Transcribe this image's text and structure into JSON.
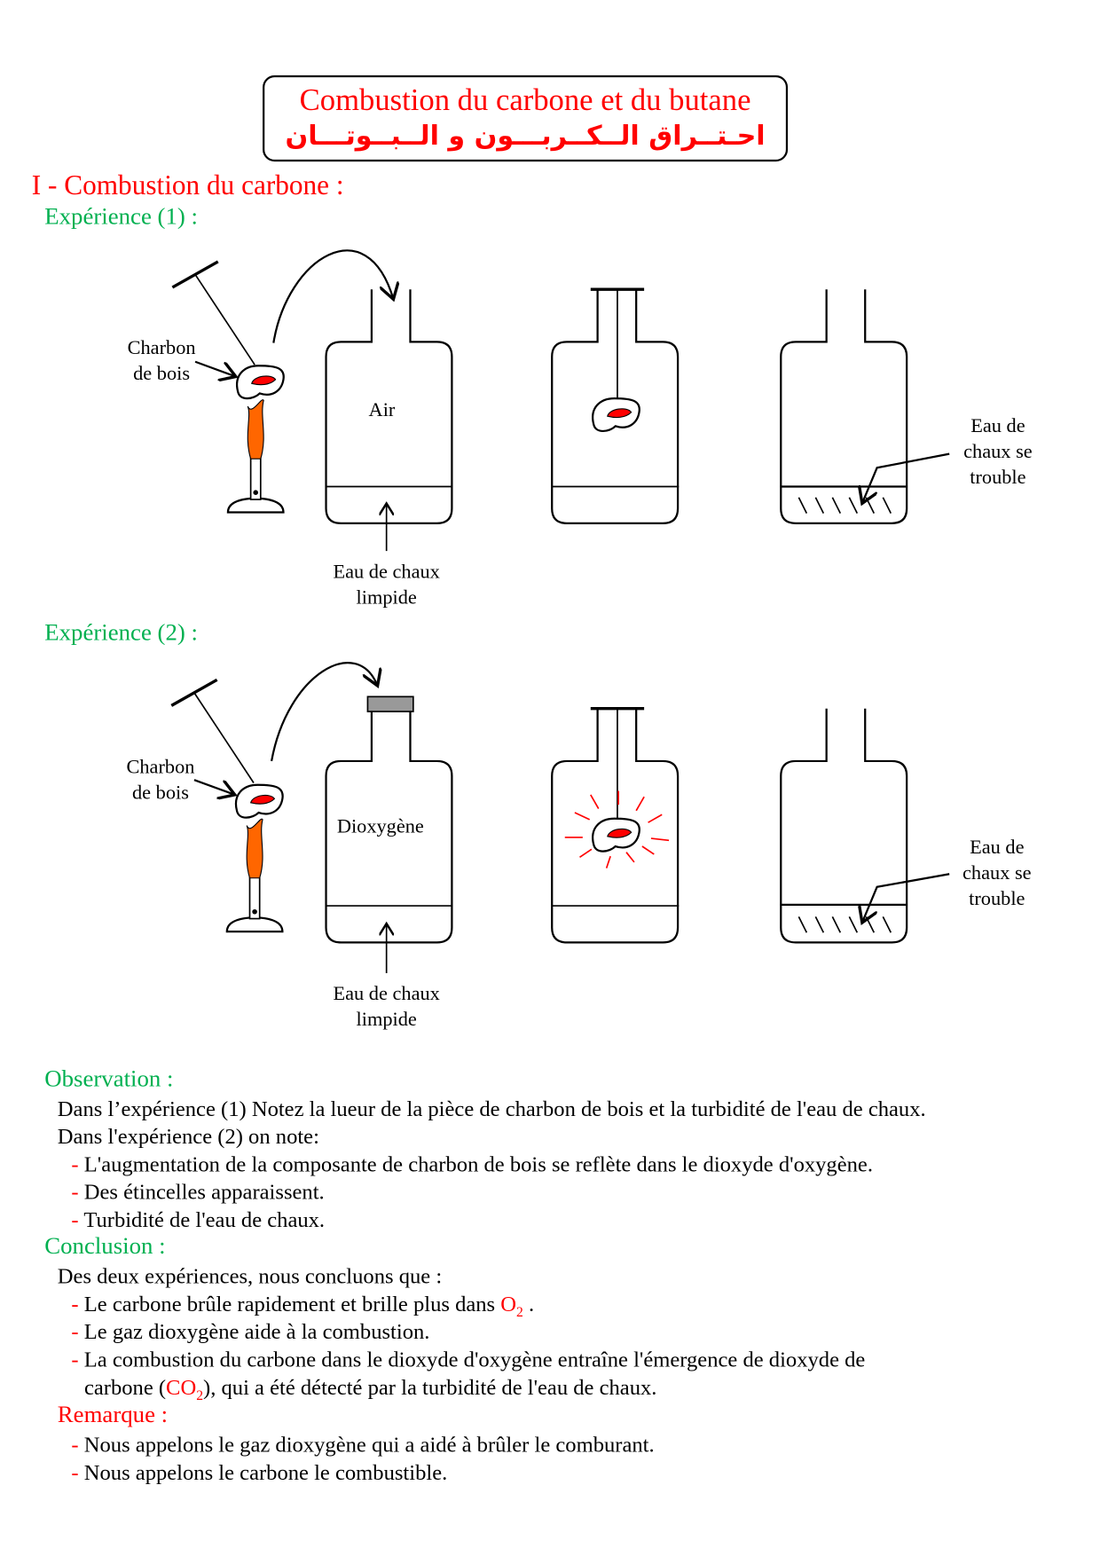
{
  "header": {
    "title_fr": "Combustion du carbone et du butane",
    "title_ar": "احـتــراق الــكــربـــون و الــبــوتـــان"
  },
  "section": "I - Combustion du carbone :",
  "exp1": {
    "heading": "Expérience (1) :",
    "charcoal_label": "Charbon de bois",
    "gas_label": "Air",
    "water_label": "Eau de chaux limpide",
    "turbid_label": "Eau de chaux se trouble"
  },
  "exp2": {
    "heading": "Expérience (2) :",
    "charcoal_label": "Charbon de bois",
    "gas_label": "Dioxygène",
    "water_label": "Eau de chaux limpide",
    "turbid_label": "Eau de chaux se trouble"
  },
  "observation": {
    "heading": "Observation :",
    "line1": "Dans l’expérience (1) Notez la lueur de la pièce de charbon de bois et la turbidité de l'eau de chaux.",
    "line2": "Dans l'expérience (2) on note:",
    "bullets": [
      "L'augmentation de la composante de charbon de bois se reflète dans le dioxyde d'oxygène.",
      "Des étincelles apparaissent.",
      "Turbidité de l'eau de chaux."
    ]
  },
  "conclusion": {
    "heading": "Conclusion :",
    "intro": "Des deux expériences, nous concluons que :",
    "b1_text": "Le carbone brûle rapidement et brille plus dans ",
    "b1_formula": "O",
    "b1_sub": "2",
    "b1_end": " .",
    "b2": "Le gaz dioxygène aide à la combustion.",
    "b3_l1": "La combustion du carbone dans le dioxyde d'oxygène entraîne l'émergence de dioxyde de",
    "b3_l2_start": "carbone (",
    "b3_formula": "CO",
    "b3_sub": "2",
    "b3_l2_end": "), qui a été détecté par la turbidité de l'eau de chaux."
  },
  "remark": {
    "heading": "Remarque :",
    "bullets": [
      "Nous appelons le gaz dioxygène qui a aidé à brûler le comburant.",
      "Nous appelons le carbone le combustible."
    ]
  },
  "dash": "-",
  "colors": {
    "title": "#ff0000",
    "subheading": "#00b050",
    "flame": "#ff6600",
    "ember": "#ff0000",
    "cap": "#999999"
  }
}
